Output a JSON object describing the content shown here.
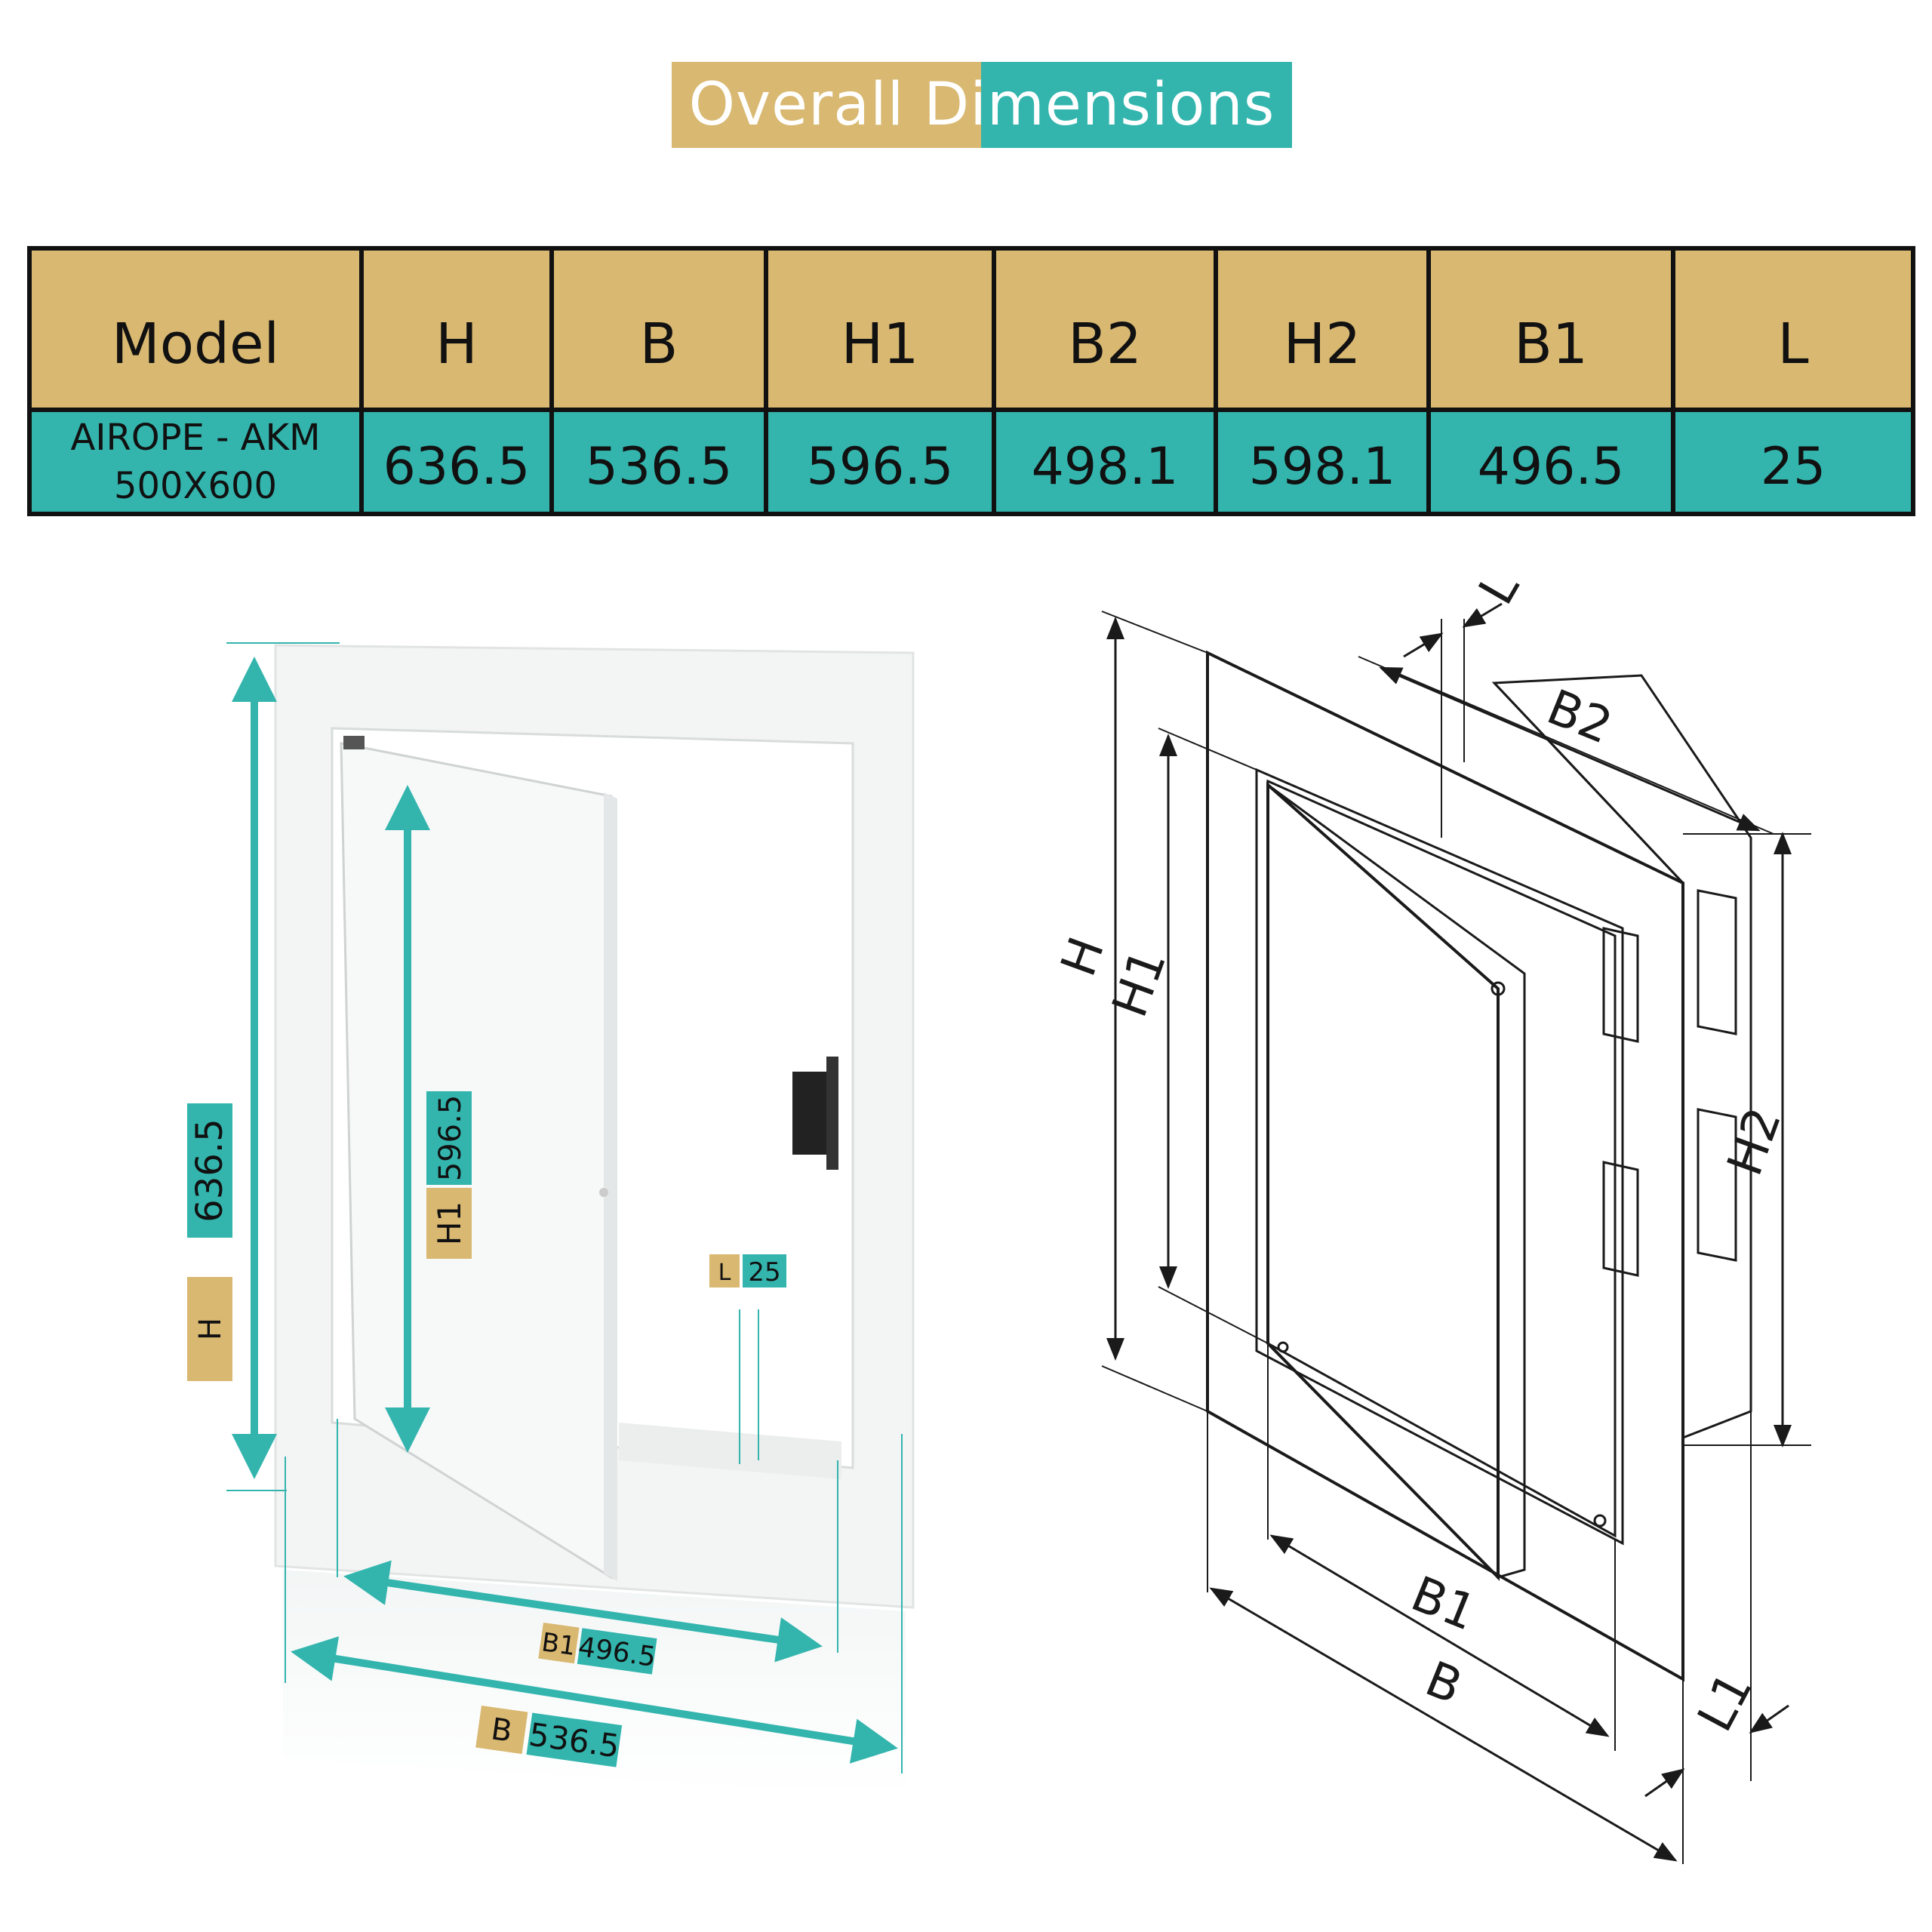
{
  "title": "Overall Dimensions",
  "colors": {
    "tan": "#d9b871",
    "teal": "#33b5ae",
    "line": "#1a1a1a"
  },
  "table": {
    "headers": [
      "Model",
      "H",
      "B",
      "H1",
      "B2",
      "H2",
      "B1",
      "L"
    ],
    "model_line1": "AIROPE - AKM",
    "model_line2": "500X600",
    "values": [
      "636.5",
      "536.5",
      "596.5",
      "498.1",
      "598.1",
      "496.5",
      "25"
    ]
  },
  "photo_callouts": {
    "H": {
      "label": "H",
      "value": "636.5"
    },
    "H1": {
      "label": "H1",
      "value": "596.5"
    },
    "L": {
      "label": "L",
      "value": "25"
    },
    "B1": {
      "label": "B1",
      "value": "496.5"
    },
    "B": {
      "label": "B",
      "value": "536.5"
    }
  },
  "drawing_labels": {
    "L": "L",
    "B2": "B2",
    "H": "H",
    "H1": "H1",
    "H2": "H2",
    "B1": "B1",
    "B": "B",
    "L1": "L1"
  }
}
